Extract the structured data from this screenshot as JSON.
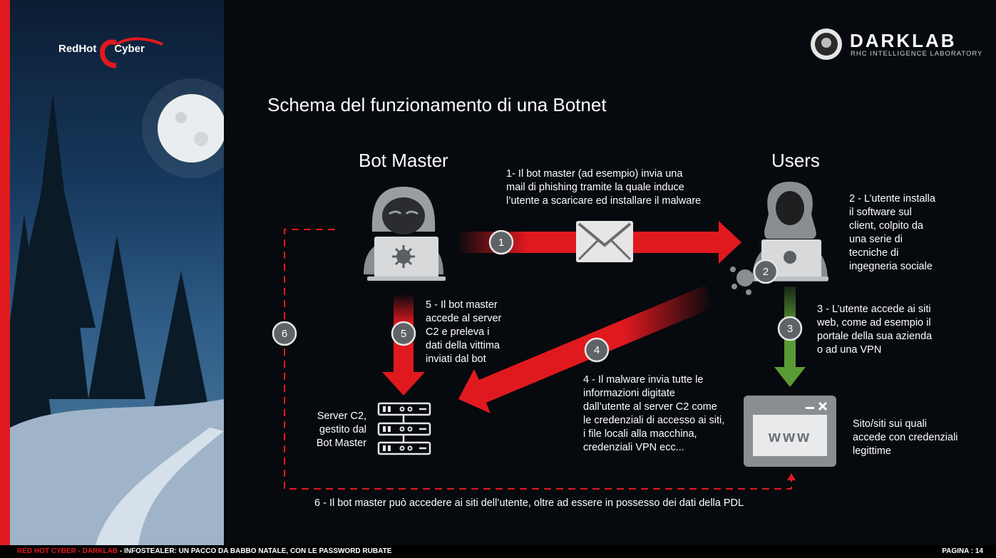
{
  "brand": {
    "name_left": "RedHot",
    "name_right": "Cyber"
  },
  "darklab": {
    "title": "DARKLAB",
    "subtitle": "RHC INTELLIGENCE LABORATORY"
  },
  "title": "Schema del funzionamento di una Botnet",
  "headers": {
    "bot_master": "Bot Master",
    "users": "Users"
  },
  "steps": {
    "s1": [
      "1- Il bot master (ad esempio) invia una",
      "mail di phishing tramite la quale induce",
      "l’utente a scaricare ed installare il malware"
    ],
    "s2": [
      "2 - L’utente installa",
      "il software sul",
      "client, colpito da",
      "una serie di",
      "tecniche di",
      "ingegneria sociale"
    ],
    "s3": [
      "3 - L’utente accede ai siti",
      "web, come ad esempio il",
      "portale della sua azienda",
      "o ad una VPN"
    ],
    "s4": [
      "4 - Il malware invia tutte le",
      "informazioni digitate",
      "dall’utente al server C2 come",
      "le credenziali di accesso ai siti,",
      "i file locali alla macchina,",
      "credenziali VPN  ecc..."
    ],
    "s5": [
      "5 - Il bot master",
      "accede al server",
      "C2 e preleva i",
      "dati della vittima",
      "inviati dal bot"
    ],
    "s6": "6 - Il bot master può accedere ai siti dell’utente, oltre ad essere in possesso dei dati della PDL"
  },
  "server_label": [
    "Server C2,",
    "gestito dal",
    "Bot Master"
  ],
  "site_label": [
    "Sito/siti sui quali",
    "accede con credenziali",
    "legittime"
  ],
  "www": "www",
  "badges": [
    "1",
    "2",
    "3",
    "4",
    "5",
    "6"
  ],
  "footer": {
    "left_red": "RED HOT CYBER - DARKLAB",
    "left_rest": " -  INFOSTEALER: UN PACCO DA BABBO NATALE, CON LE PASSWORD RUBATE",
    "right": "PAGINA : 14"
  },
  "colors": {
    "accent": "#e0191f",
    "green": "#5a9a35",
    "icon_gray": "#8a8d91"
  }
}
